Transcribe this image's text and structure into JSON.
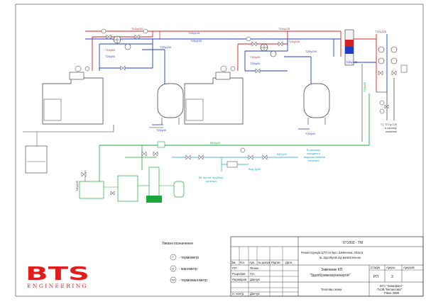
{
  "pipe_labels": {
    "t1_du100_a": "T1Dy100",
    "t2_du125_top": "T2Dy125",
    "t1_du125_top": "T1Dy125",
    "t1_du125_right": "T1Dy125",
    "t2_du125_right": "T2Dy125",
    "t2_du100_a": "T2Dy100",
    "t1_du100_b": "T1Dy100",
    "t2_du100_b": "T2Dy100",
    "t1_du50_a": "T1Dy50",
    "t2_du50_a": "T2Dy50",
    "t1_du50_b": "T1Dy50",
    "t2_du50_b": "T2Dy50",
    "t2_du125_mid": "T2Dy125",
    "t2_du40_a": "T2Dy40",
    "t2_du40_b": "T2Dy40",
    "v_du32": "B1Dy32",
    "v_du20": "B1Dy20",
    "t1_du50_vert": "T1Dy50",
    "t2_du125_vert": "T2Dy125"
  },
  "notes": {
    "to_system_1": "T1, T2 Dy 125",
    "to_system_2": "в систему",
    "to_system_3": "опалення",
    "cold_water_1": "В систему",
    "cold_water_2": "холодного",
    "cold_water_3": "водопостачання",
    "cold_water_4": "котельні",
    "vodomer": "В1 на пот. трубопр.",
    "vodomer_2": "котельні",
    "feed": "Вод.Дy32"
  },
  "legend": {
    "title": "Умовні позначення",
    "items": [
      {
        "symbol": "Т",
        "text": "- термометр"
      },
      {
        "symbol": "М",
        "text": "- манометр"
      },
      {
        "symbol": "ТМ",
        "text": "- термоманометр"
      }
    ]
  },
  "logo": {
    "main": "BTS",
    "sub": "ENGINEERING"
  },
  "title_block": {
    "doc_code": "071002 - ТМ",
    "project_title_1": "Реконструкція ЦТП по вул. Шевченка, 202а в",
    "project_title_2": "м. Здолбунів під мінікотельню",
    "header_cols": [
      "Зм.",
      "Кіл.",
      "Арк.",
      "№ докум.",
      "Підпис",
      "Дата"
    ],
    "roles": [
      {
        "role": "ГІП",
        "name": "Ягнюк"
      },
      {
        "role": "Розробив",
        "name": "Гоч"
      },
      {
        "role": "Перевірив",
        "name": "Данчук"
      },
      {
        "role": "",
        "name": ""
      },
      {
        "role": "Н. контр.",
        "name": "Данчук"
      }
    ],
    "customer_label": "Замовник КП",
    "customer_name": "\"Здолбунівкомуненергія\"",
    "stage_cols": [
      "Стадія",
      "Аркуш",
      "Аркушів"
    ],
    "stage": "РП",
    "sheet": "3",
    "sheets": "",
    "sheet_title": "Теплова схема",
    "company_1": "БТС \"Інжиніринг\"",
    "company_2": "ТзОВ \"Бетаксовіс\"",
    "company_3": "Рівне 2008"
  }
}
